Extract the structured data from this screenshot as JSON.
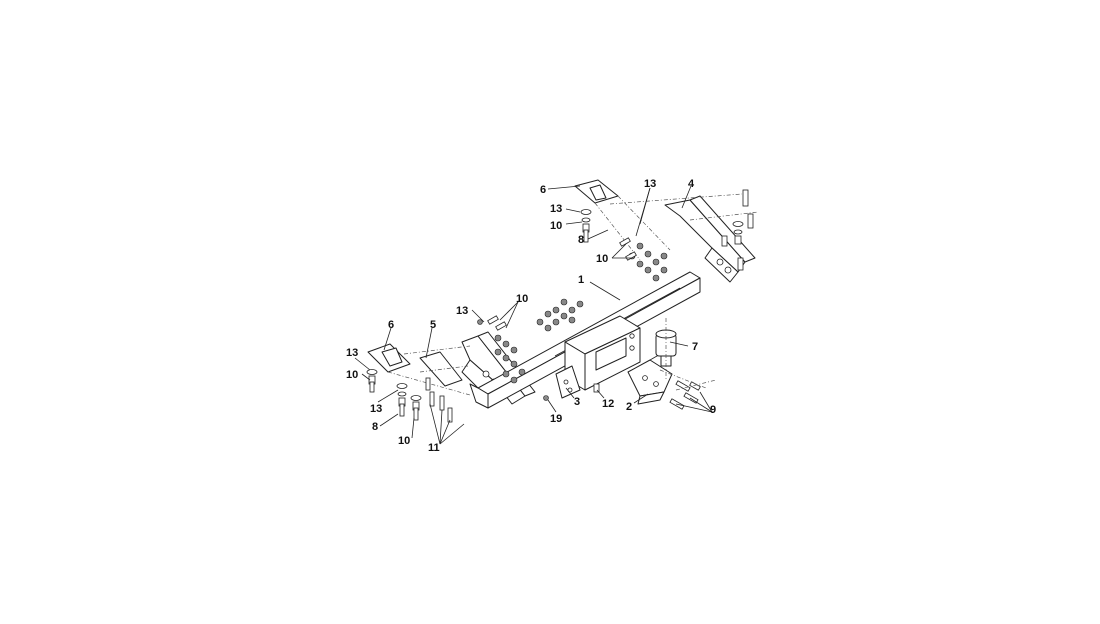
{
  "callouts": [
    {
      "id": "c1",
      "label": "1"
    },
    {
      "id": "c2",
      "label": "2"
    },
    {
      "id": "c3",
      "label": "3"
    },
    {
      "id": "c4",
      "label": "4"
    },
    {
      "id": "c5",
      "label": "5"
    },
    {
      "id": "c6a",
      "label": "6"
    },
    {
      "id": "c6b",
      "label": "6"
    },
    {
      "id": "c7",
      "label": "7"
    },
    {
      "id": "c8a",
      "label": "8"
    },
    {
      "id": "c8b",
      "label": "8"
    },
    {
      "id": "c9",
      "label": "9"
    },
    {
      "id": "c10a",
      "label": "10"
    },
    {
      "id": "c10b",
      "label": "10"
    },
    {
      "id": "c10c",
      "label": "10"
    },
    {
      "id": "c10d",
      "label": "10"
    },
    {
      "id": "c10e",
      "label": "10"
    },
    {
      "id": "c11",
      "label": "11"
    },
    {
      "id": "c12",
      "label": "12"
    },
    {
      "id": "c13a",
      "label": "13"
    },
    {
      "id": "c13b",
      "label": "13"
    },
    {
      "id": "c13c",
      "label": "13"
    },
    {
      "id": "c13d",
      "label": "13"
    },
    {
      "id": "c13e",
      "label": "13"
    },
    {
      "id": "c19",
      "label": "19"
    }
  ]
}
